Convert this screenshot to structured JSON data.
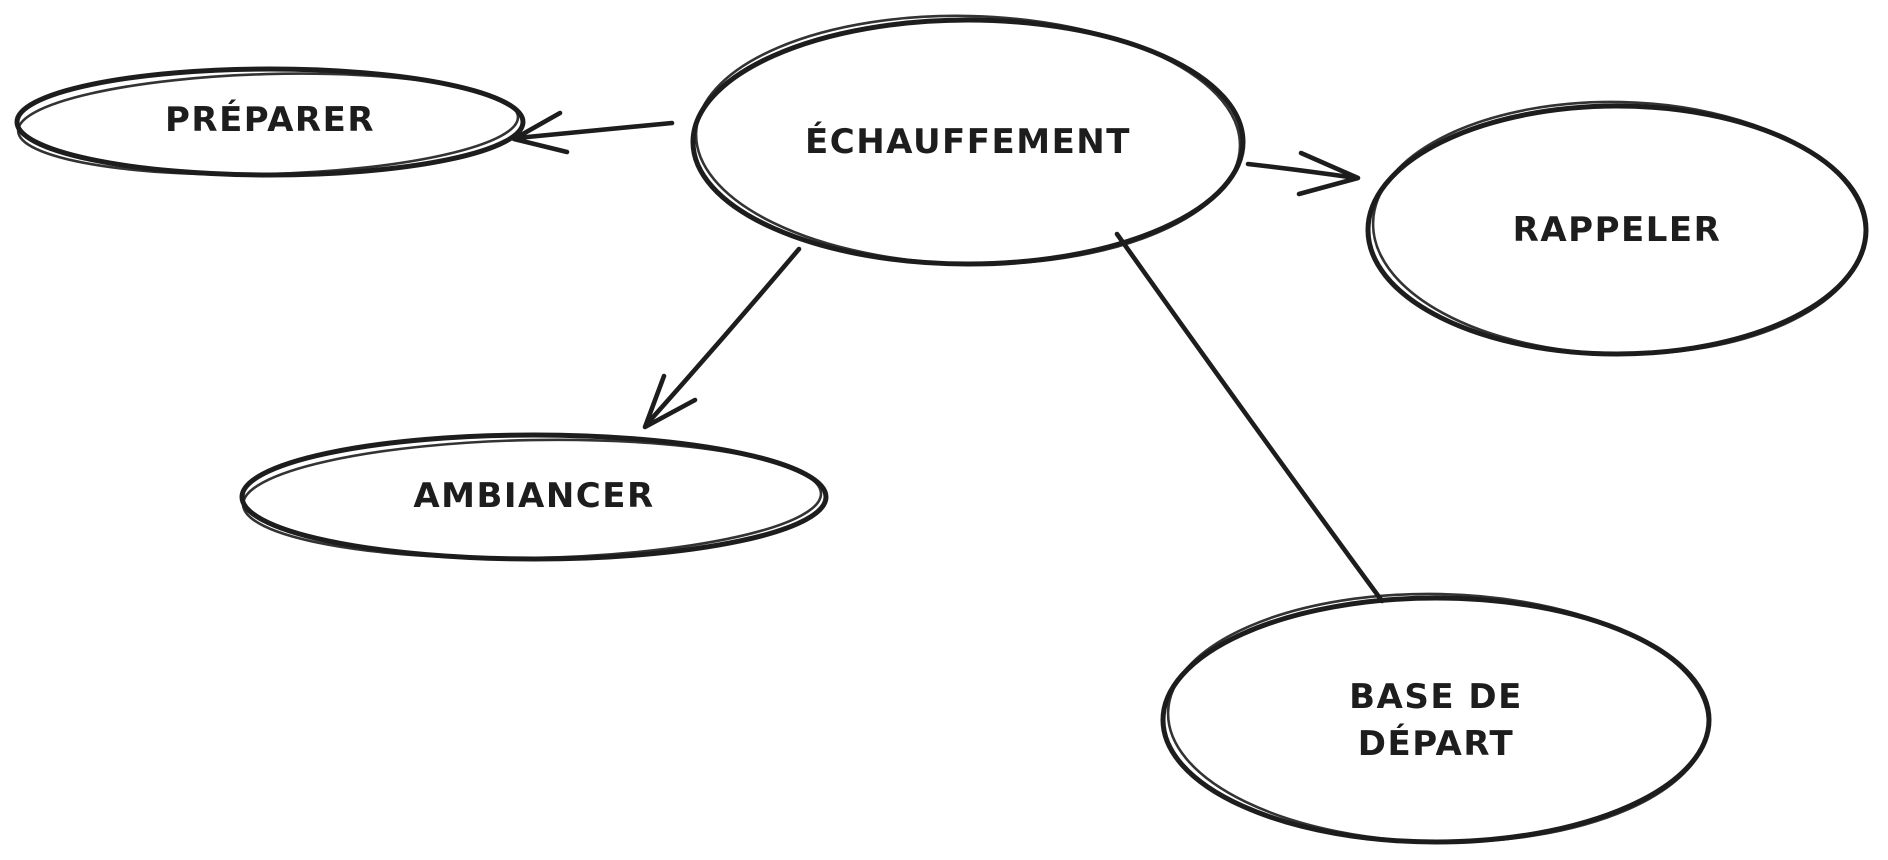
{
  "colors": {
    "ink": "#1d1d1d",
    "teal": "#63e6be",
    "orange": "#ffc078",
    "background": "#ffffff"
  },
  "diagram": {
    "type": "mind-map",
    "style": "hand-drawn-hachure",
    "nodes": [
      {
        "id": "echauffement",
        "label": "ÉCHAUFFEMENT",
        "fill_color_name": "teal",
        "fill_hex": "#63e6be",
        "role": "central"
      },
      {
        "id": "preparer",
        "label": "PRÉPARER",
        "fill_color_name": "orange",
        "fill_hex": "#ffc078",
        "role": "branch"
      },
      {
        "id": "rappeler",
        "label": "RAPPELER",
        "fill_color_name": "orange",
        "fill_hex": "#ffc078",
        "role": "branch"
      },
      {
        "id": "ambiancer",
        "label": "AMBIANCER",
        "fill_color_name": "orange",
        "fill_hex": "#ffc078",
        "role": "branch"
      },
      {
        "id": "base-de-depart",
        "label": "BASE DE DÉPART",
        "label_lines": [
          "BASE DE",
          "DÉPART"
        ],
        "fill_color_name": "teal",
        "fill_hex": "#63e6be",
        "role": "branch"
      }
    ],
    "edges": [
      {
        "from": "echauffement",
        "to": "preparer",
        "style": "arrow"
      },
      {
        "from": "echauffement",
        "to": "rappeler",
        "style": "arrow"
      },
      {
        "from": "echauffement",
        "to": "ambiancer",
        "style": "arrow"
      },
      {
        "from": "echauffement",
        "to": "base-de-depart",
        "style": "line"
      }
    ]
  }
}
